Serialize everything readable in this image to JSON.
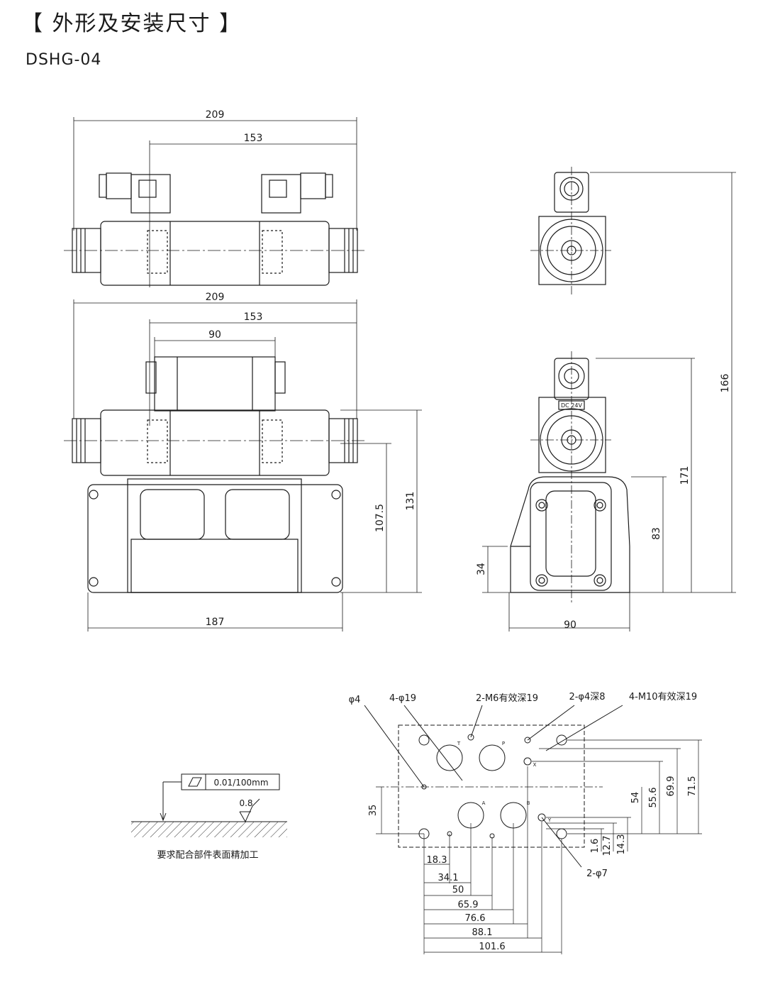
{
  "page": {
    "heading": "【 外形及安装尺寸 】",
    "model": "DSHG-04"
  },
  "front_top": {
    "overall_width": "209",
    "solenoid_pitch": "153"
  },
  "front_bottom": {
    "overall_width": "209",
    "solenoid_pitch": "153",
    "pilot_width": "90",
    "body_width": "187",
    "height_107": "107.5",
    "height_131": "131"
  },
  "side_view": {
    "total_height": "166",
    "height_171": "171",
    "height_83": "83",
    "height_34": "34",
    "width_90": "90",
    "label_voltage": "DC 24V"
  },
  "flatness": {
    "tolerance": "0.01/100mm",
    "roughness": "0.8",
    "note": "要求配合部件表面精加工"
  },
  "mounting": {
    "label_phi4": "φ4",
    "label_4phi19": "4-φ19",
    "label_2m6": "2-M6有效深19",
    "label_2phi4": "2-φ4深8",
    "label_4m10": "4-M10有效深19",
    "label_2phi7": "2-φ7",
    "port_T": "T",
    "port_P": "P",
    "port_A": "A",
    "port_B": "B",
    "port_X": "X",
    "port_Y": "Y",
    "dim_35": "35",
    "dim_54": "54",
    "dim_55_6": "55.6",
    "dim_69_9": "69.9",
    "dim_71_5": "71.5",
    "dim_1_6": "1.6",
    "dim_12_7": "12.7",
    "dim_14_3": "14.3",
    "dim_18_3": "18.3",
    "dim_34_1": "34.1",
    "dim_50": "50",
    "dim_65_9": "65.9",
    "dim_76_6": "76.6",
    "dim_88_1": "88.1",
    "dim_101_6": "101.6"
  }
}
